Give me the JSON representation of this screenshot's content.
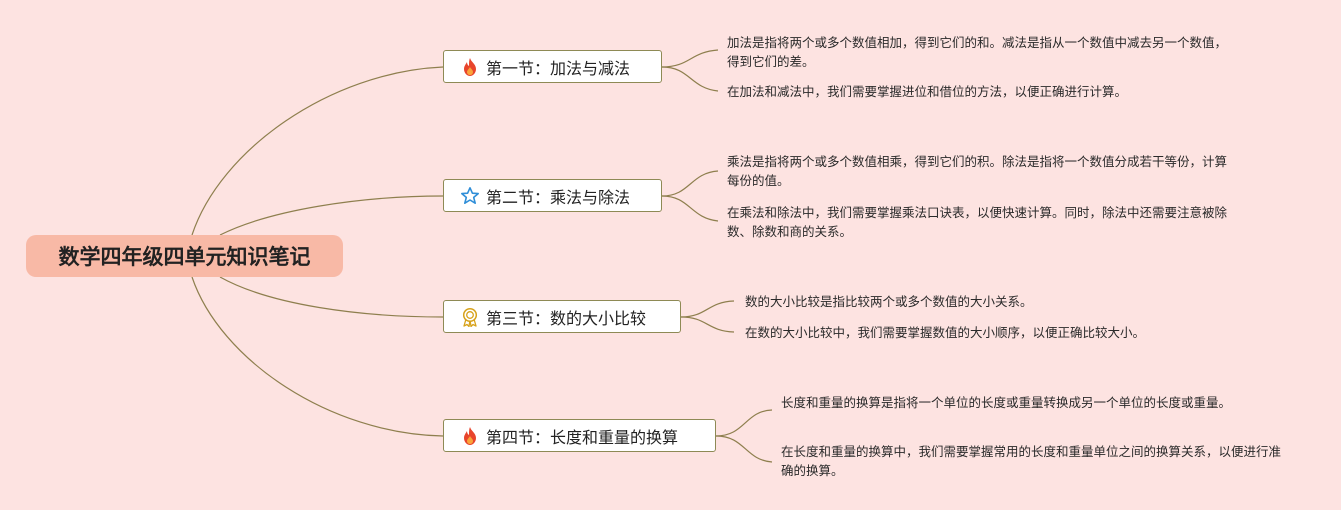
{
  "root": {
    "title": "数学四年级四单元知识笔记"
  },
  "colors": {
    "background": "#fde3e1",
    "root_fill": "#f8b9a6",
    "line": "#8e7f4e",
    "topic_border": "#8e8a55"
  },
  "topics": [
    {
      "label": "第一节：加法与减法",
      "icon": "fire-icon",
      "notes": [
        "加法是指将两个或多个数值相加，得到它们的和。减法是指从一个数值中减去另一个数值，得到它们的差。",
        "在加法和减法中，我们需要掌握进位和借位的方法，以便正确进行计算。"
      ]
    },
    {
      "label": "第二节：乘法与除法",
      "icon": "star-icon",
      "notes": [
        "乘法是指将两个或多个数值相乘，得到它们的积。除法是指将一个数值分成若干等份，计算每份的值。",
        "在乘法和除法中，我们需要掌握乘法口诀表，以便快速计算。同时，除法中还需要注意被除数、除数和商的关系。"
      ]
    },
    {
      "label": "第三节：数的大小比较",
      "icon": "medal-icon",
      "notes": [
        "数的大小比较是指比较两个或多个数值的大小关系。",
        "在数的大小比较中，我们需要掌握数值的大小顺序，以便正确比较大小。"
      ]
    },
    {
      "label": "第四节：长度和重量的换算",
      "icon": "fire-icon",
      "notes": [
        "长度和重量的换算是指将一个单位的长度或重量转换成另一个单位的长度或重量。",
        "在长度和重量的换算中，我们需要掌握常用的长度和重量单位之间的换算关系，以便进行准确的换算。"
      ]
    }
  ]
}
